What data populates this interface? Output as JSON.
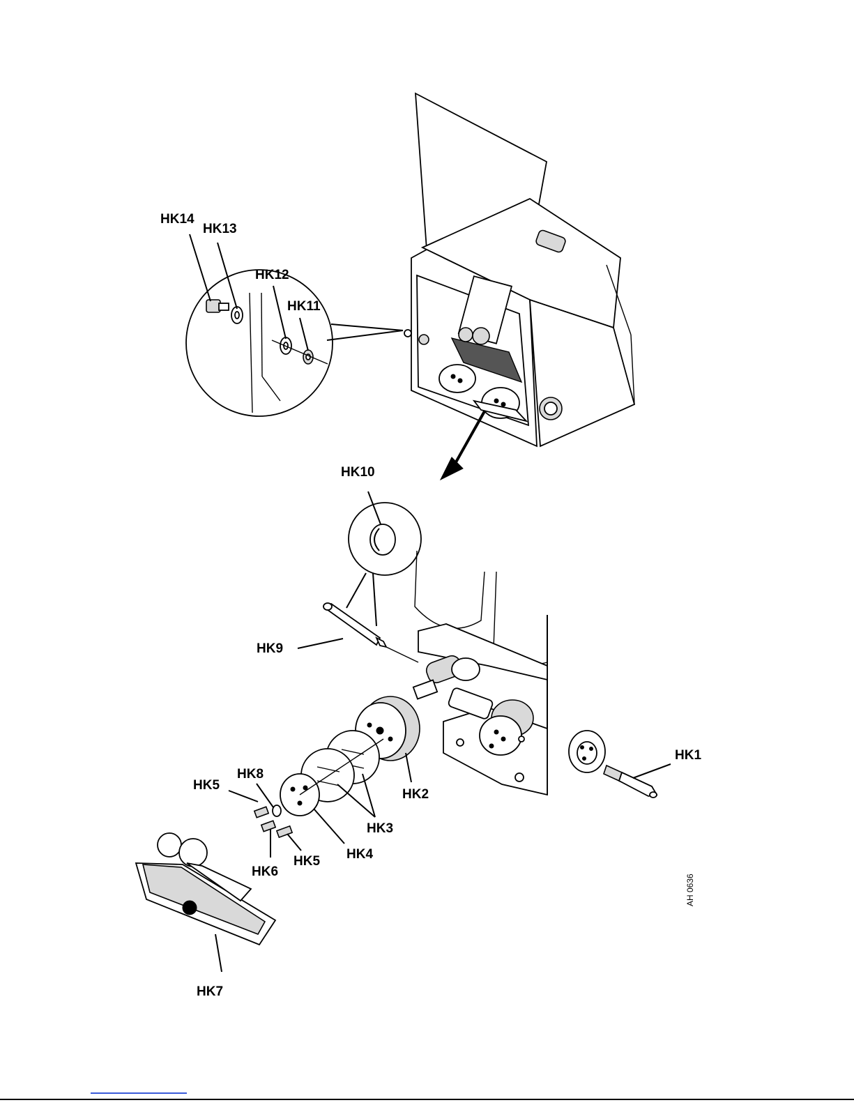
{
  "labels": {
    "hk1": "HK1",
    "hk2": "HK2",
    "hk3": "HK3",
    "hk4": "HK4",
    "hk5a": "HK5",
    "hk5b": "HK5",
    "hk6": "HK6",
    "hk7": "HK7",
    "hk8": "HK8",
    "hk9": "HK9",
    "hk10": "HK10",
    "hk11": "HK11",
    "hk12": "HK12",
    "hk13": "HK13",
    "hk14": "HK14"
  },
  "figure_code": "AH 0636"
}
